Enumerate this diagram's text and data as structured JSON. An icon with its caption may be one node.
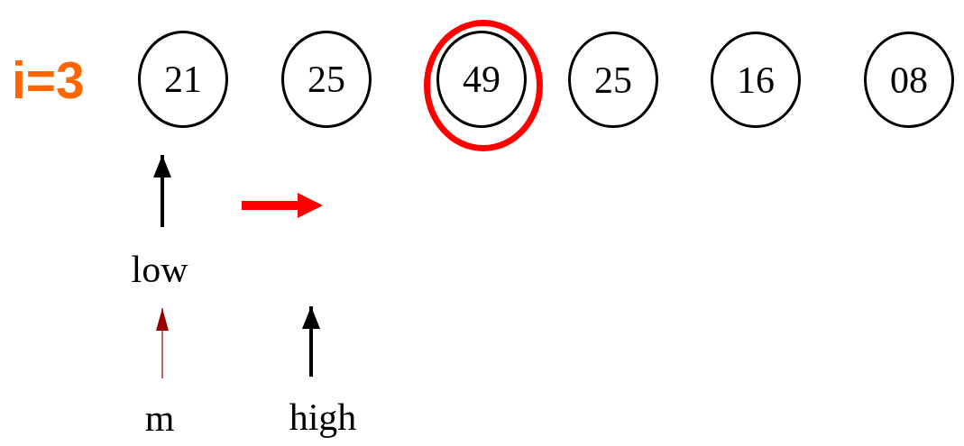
{
  "diagram": {
    "nodes": [
      {
        "text": [
          "21"
        ]
      },
      {
        "text": [
          "25"
        ]
      },
      {
        "text": [],
        "shape": "ellipse"
      },
      {
        "text": [
          "49"
        ],
        "in": 2
      },
      {
        "text": [
          "25"
        ]
      },
      {
        "text": [
          "16"
        ]
      },
      {
        "text": [
          "08"
        ]
      },
      {
        "text": [
          "low"
        ]
      },
      {
        "text": [
          "m"
        ]
      },
      {
        "text": [
          "high"
        ]
      }
    ],
    "edges": [
      {
        "from": 7,
        "to": 0,
        "arrow": "to"
      },
      {
        "from": 8,
        "to": 7,
        "arrow": "to",
        "color": "#990000"
      },
      {
        "from": 9,
        "to": null,
        "arrow": "to"
      }
    ],
    "labels": [
      "i=3"
    ]
  }
}
